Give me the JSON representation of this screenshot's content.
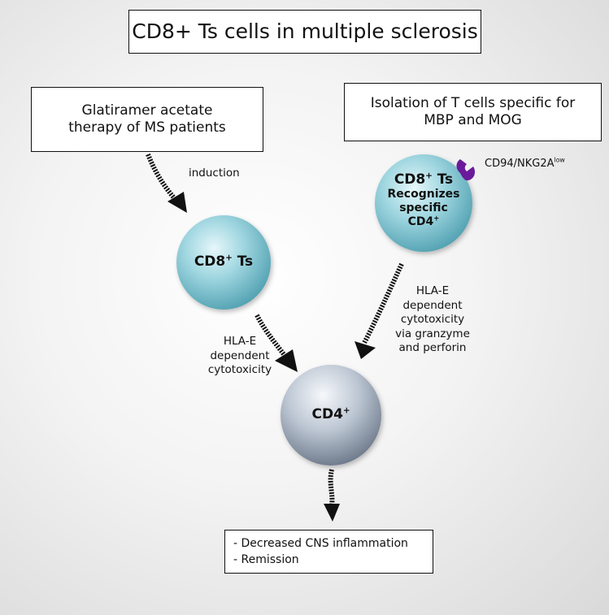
{
  "title": "CD8+ Ts cells in multiple sclerosis",
  "left_box": {
    "line1": "Glatiramer acetate",
    "line2": "therapy of MS patients"
  },
  "right_box": {
    "line1": "Isolation of T cells specific for",
    "line2": "MBP and MOG"
  },
  "labels": {
    "induction": "induction",
    "left_cytotoxicity": [
      "HLA-E",
      "dependent",
      "cytotoxicity"
    ],
    "right_cytotoxicity": [
      "HLA-E",
      "dependent",
      "cytotoxicity",
      "via granzyme",
      "and perforin"
    ]
  },
  "receptor": {
    "base": "CD94/NKG2A",
    "sup": "low"
  },
  "cells": {
    "left_cd8": {
      "base": "CD8",
      "sup": "+",
      "suffix": " Ts"
    },
    "right_cd8": {
      "base": "CD8",
      "sup": "+",
      "suffix": " Ts",
      "line2": "Recognizes",
      "line3": "specific",
      "line4_base": "CD4",
      "line4_sup": "+"
    },
    "cd4": {
      "base": "CD4",
      "sup": "+"
    }
  },
  "result": {
    "line1": "- Decreased CNS inflammation",
    "line2": "- Remission"
  },
  "colors": {
    "ts_cell": "#8fd0dc",
    "cd4_cell": "#b9c5d3",
    "receptor": "#6a1b9a"
  }
}
